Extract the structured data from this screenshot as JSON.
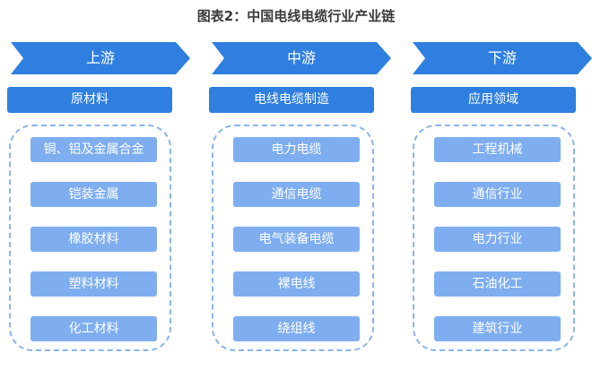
{
  "title": "图表2：中国电线电缆行业产业链",
  "colors": {
    "stage_arrow": "#2f7fe0",
    "category": "#2f7fe0",
    "item": "#7eaef0",
    "group_border": "#8ab4ec"
  },
  "columns": [
    {
      "stage": "上游",
      "category": "原材料",
      "items": [
        "铜、铝及金属合金",
        "铠装金属",
        "橡胶材料",
        "塑料材料",
        "化工材料"
      ]
    },
    {
      "stage": "中游",
      "category": "电线电缆制造",
      "items": [
        "电力电缆",
        "通信电缆",
        "电气装备电缆",
        "裸电线",
        "绕组线"
      ]
    },
    {
      "stage": "下游",
      "category": "应用领域",
      "items": [
        "工程机械",
        "通信行业",
        "电力行业",
        "石油化工",
        "建筑行业"
      ]
    }
  ]
}
